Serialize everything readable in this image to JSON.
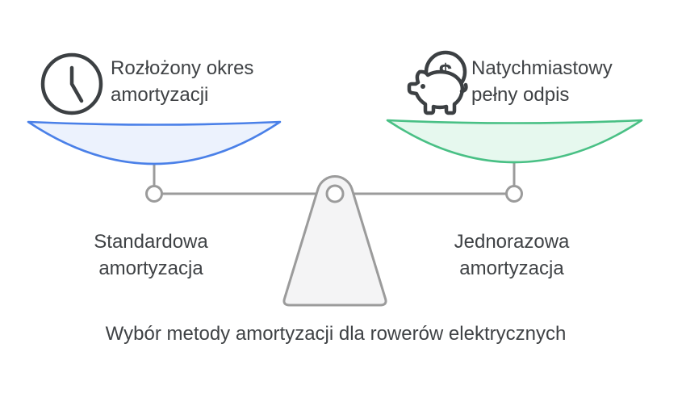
{
  "diagram": {
    "caption": "Wybór metody amortyzacji dla rowerów elektrycznych",
    "left": {
      "heading": "Rozłożony okres\namortyzacji",
      "label": "Standardowa\namortyzacja",
      "icon": "clock-icon"
    },
    "right": {
      "heading": "Natychmiastowy\npełny odpis",
      "label": "Jednorazowa\namortyzacja",
      "icon": "piggy-bank-icon",
      "coin_glyph": "$"
    },
    "colors": {
      "background": "#ffffff",
      "text": "#3f4245",
      "icon_stroke": "#3c4043",
      "line": "#9b9b9b",
      "fulcrum_fill": "#f4f4f5",
      "left_pan_fill": "#ecf2fd",
      "left_pan_stroke": "#4a80e8",
      "right_pan_fill": "#e6f8ee",
      "right_pan_stroke": "#49c085"
    }
  }
}
